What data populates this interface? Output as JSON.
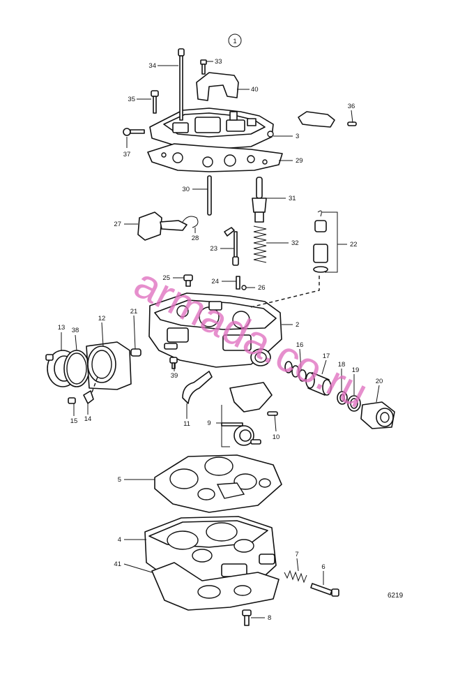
{
  "figure": {
    "group_number": "1",
    "reference_code": "6219",
    "watermark": "armada.co.ru"
  },
  "parts": [
    {
      "id": "34",
      "label": "34"
    },
    {
      "id": "33",
      "label": "33"
    },
    {
      "id": "40",
      "label": "40"
    },
    {
      "id": "35",
      "label": "35"
    },
    {
      "id": "36",
      "label": "36"
    },
    {
      "id": "3",
      "label": "3"
    },
    {
      "id": "37",
      "label": "37"
    },
    {
      "id": "29",
      "label": "29"
    },
    {
      "id": "30",
      "label": "30"
    },
    {
      "id": "31",
      "label": "31"
    },
    {
      "id": "27",
      "label": "27"
    },
    {
      "id": "28",
      "label": "28"
    },
    {
      "id": "22",
      "label": "22"
    },
    {
      "id": "32",
      "label": "32"
    },
    {
      "id": "23",
      "label": "23"
    },
    {
      "id": "25",
      "label": "25"
    },
    {
      "id": "24",
      "label": "24"
    },
    {
      "id": "26",
      "label": "26"
    },
    {
      "id": "21",
      "label": "21"
    },
    {
      "id": "2",
      "label": "2"
    },
    {
      "id": "13",
      "label": "13"
    },
    {
      "id": "38",
      "label": "38"
    },
    {
      "id": "12",
      "label": "12"
    },
    {
      "id": "16",
      "label": "16"
    },
    {
      "id": "17",
      "label": "17"
    },
    {
      "id": "18",
      "label": "18"
    },
    {
      "id": "19",
      "label": "19"
    },
    {
      "id": "20",
      "label": "20"
    },
    {
      "id": "39",
      "label": "39"
    },
    {
      "id": "15",
      "label": "15"
    },
    {
      "id": "14",
      "label": "14"
    },
    {
      "id": "11",
      "label": "11"
    },
    {
      "id": "9",
      "label": "9"
    },
    {
      "id": "10",
      "label": "10"
    },
    {
      "id": "5",
      "label": "5"
    },
    {
      "id": "4",
      "label": "4"
    },
    {
      "id": "7",
      "label": "7"
    },
    {
      "id": "41",
      "label": "41"
    },
    {
      "id": "6",
      "label": "6"
    },
    {
      "id": "8",
      "label": "8"
    }
  ]
}
